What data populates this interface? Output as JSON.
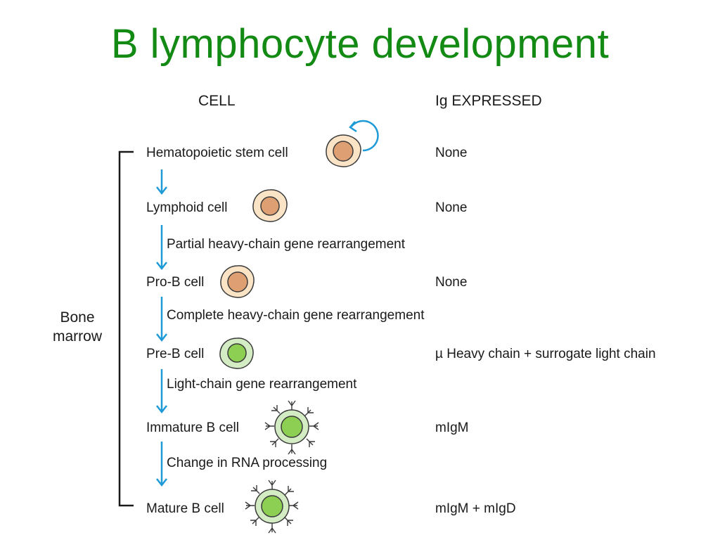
{
  "title": "B lymphocyte development",
  "headers": {
    "cell": "CELL",
    "ig": "Ig EXPRESSED"
  },
  "region": {
    "line1": "Bone",
    "line2": "marrow"
  },
  "stages": [
    {
      "cell": "Hematopoietic stem  cell",
      "ig": "None"
    },
    {
      "cell": "Lymphoid cell",
      "ig": "None"
    },
    {
      "cell": "Pro-B cell",
      "ig": "None"
    },
    {
      "cell": "Pre-B cell",
      "ig": "µ Heavy chain + surrogate light chain"
    },
    {
      "cell": "Immature B cell",
      "ig": "mIgM"
    },
    {
      "cell": "Mature B cell",
      "ig": "mIgM + mIgD"
    }
  ],
  "steps": [
    "Partial heavy-chain gene rearrangement",
    "Complete heavy-chain gene rearrangement",
    "Light-chain gene rearrangement",
    "Change in RNA processing"
  ],
  "colors": {
    "title": "#138a13",
    "arrow": "#1e9ad6",
    "tan_outer": "#fbe3c6",
    "tan_nucleus": "#dea072",
    "green_outer": "#d4ecc4",
    "green_nucleus": "#8ccf52",
    "outline": "#3a3a3a"
  }
}
